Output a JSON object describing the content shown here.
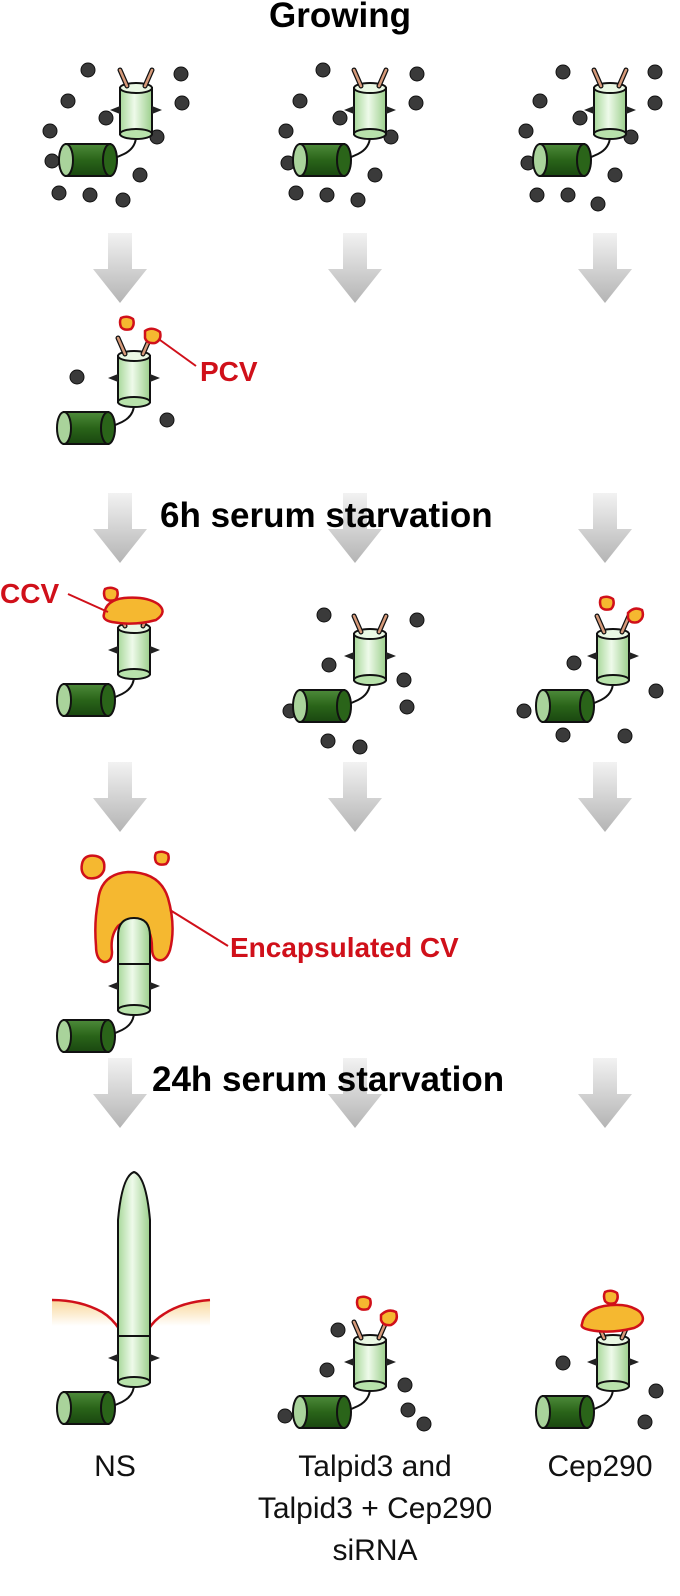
{
  "stages": {
    "growing": "Growing",
    "serum_6h": "6h serum starvation",
    "serum_24h": "24h serum starvation"
  },
  "labels": {
    "pcv": "PCV",
    "ccv": "CCV",
    "encapsulated_cv": "Encapsulated CV"
  },
  "conditions": {
    "ns": "NS",
    "talpid3_line1": "Talpid3 and",
    "talpid3_line2": "Talpid3 + Cep290",
    "talpid3_line3": "siRNA",
    "cep290": "Cep290"
  },
  "colors": {
    "vesicle_red": "#d0101a",
    "vesicle_fill": "#f5b830",
    "mother_centriole": "#c8ecc0",
    "daughter_centriole": "#2e6a1e",
    "granule": "#3a3a3a",
    "arrow": "#c8c8c8"
  }
}
